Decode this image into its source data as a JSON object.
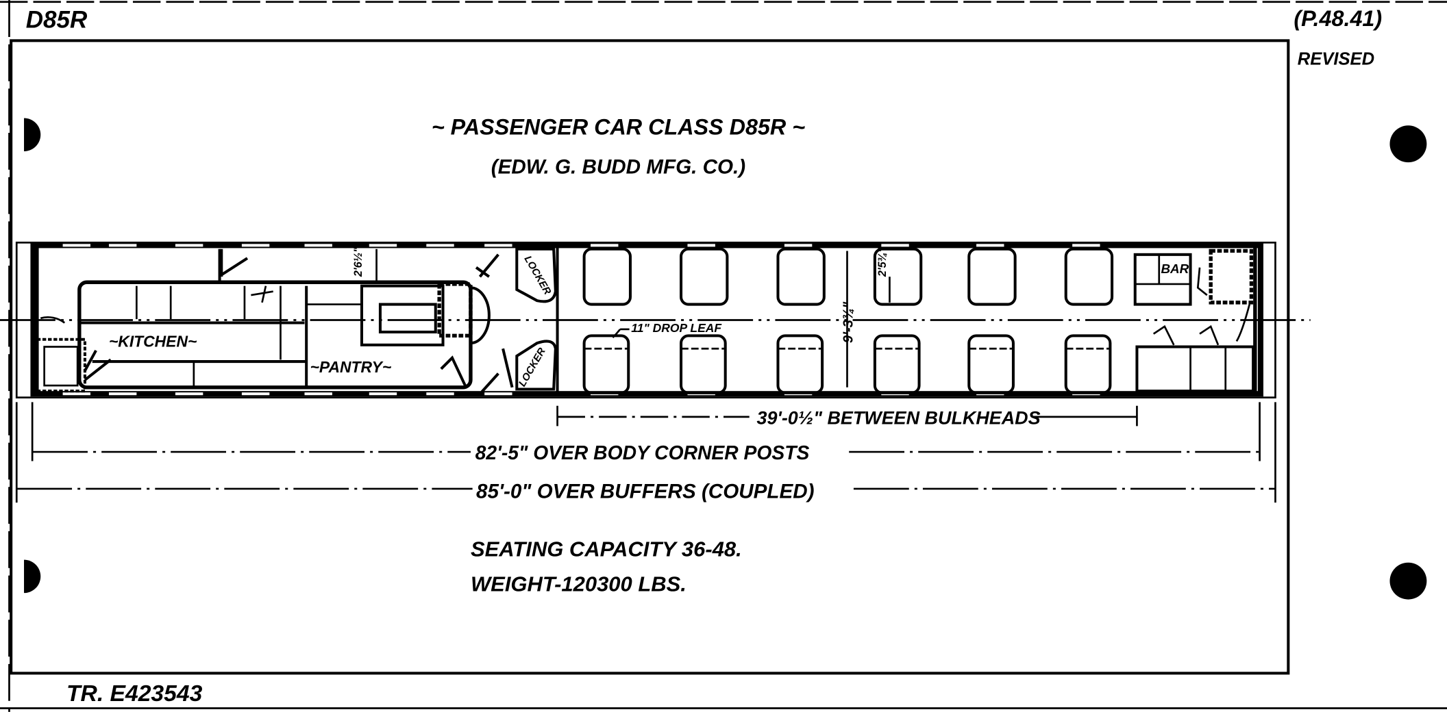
{
  "sheet": {
    "class_code": "D85R",
    "page_ref": "(P.48.41)",
    "revised": "REVISED",
    "tracing_number": "TR. E423543"
  },
  "title": {
    "main": "~ PASSENGER CAR CLASS D85R ~",
    "builder": "(EDW. G. BUDD MFG. CO.)"
  },
  "plan": {
    "rooms": {
      "kitchen": "~KITCHEN~",
      "pantry": "~PANTRY~",
      "locker_top": "LOCKER",
      "locker_bottom": "LOCKER",
      "bar": "BAR"
    },
    "notes": {
      "drop_leaf": "11\" DROP LEAF",
      "aisle_width": "9'-3¾\"",
      "seat_dim": "2'5¾\"",
      "corridor_dim": "2'6½\""
    }
  },
  "dimensions": {
    "between_bulkheads": "39'-0½\" BETWEEN BULKHEADS",
    "over_corner_posts": "82'-5\" OVER BODY CORNER POSTS",
    "over_buffers": "85'-0\" OVER BUFFERS (COUPLED)"
  },
  "specs": {
    "seating": "SEATING CAPACITY 36-48.",
    "weight": "WEIGHT-120300 LBS."
  }
}
